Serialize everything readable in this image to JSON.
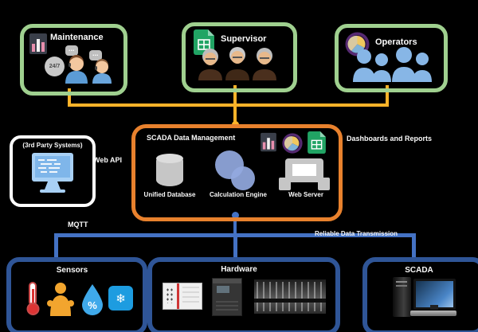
{
  "top_row": {
    "maintenance": {
      "label": "Maintenance",
      "badge": "24/7",
      "bubble": "..."
    },
    "supervisor": {
      "label": "Supervisor"
    },
    "operators": {
      "label": "Operators"
    }
  },
  "third_party": {
    "title": "(3rd Party Systems)",
    "connector_label": "Web API"
  },
  "management": {
    "title": "SCADA Data Management",
    "components": {
      "database": "Unified Database",
      "engine": "Calculation Engine",
      "server": "Web Server"
    },
    "output_label": "Dashboards and Reports"
  },
  "bus": {
    "left_label": "MQTT",
    "right_label": "Reliable Data Transmission"
  },
  "bottom_row": {
    "sensors": {
      "label": "Sensors",
      "humidity_symbol": "%",
      "snowflake": "❄"
    },
    "hardware": {
      "label": "Hardware"
    },
    "scada": {
      "label": "SCADA"
    }
  },
  "colors": {
    "green_border": "#9fd08f",
    "orange_border": "#e8812d",
    "yellow_line": "#fcb329",
    "blue_line": "#4472c4",
    "blue_box_border": "#2f5597"
  }
}
